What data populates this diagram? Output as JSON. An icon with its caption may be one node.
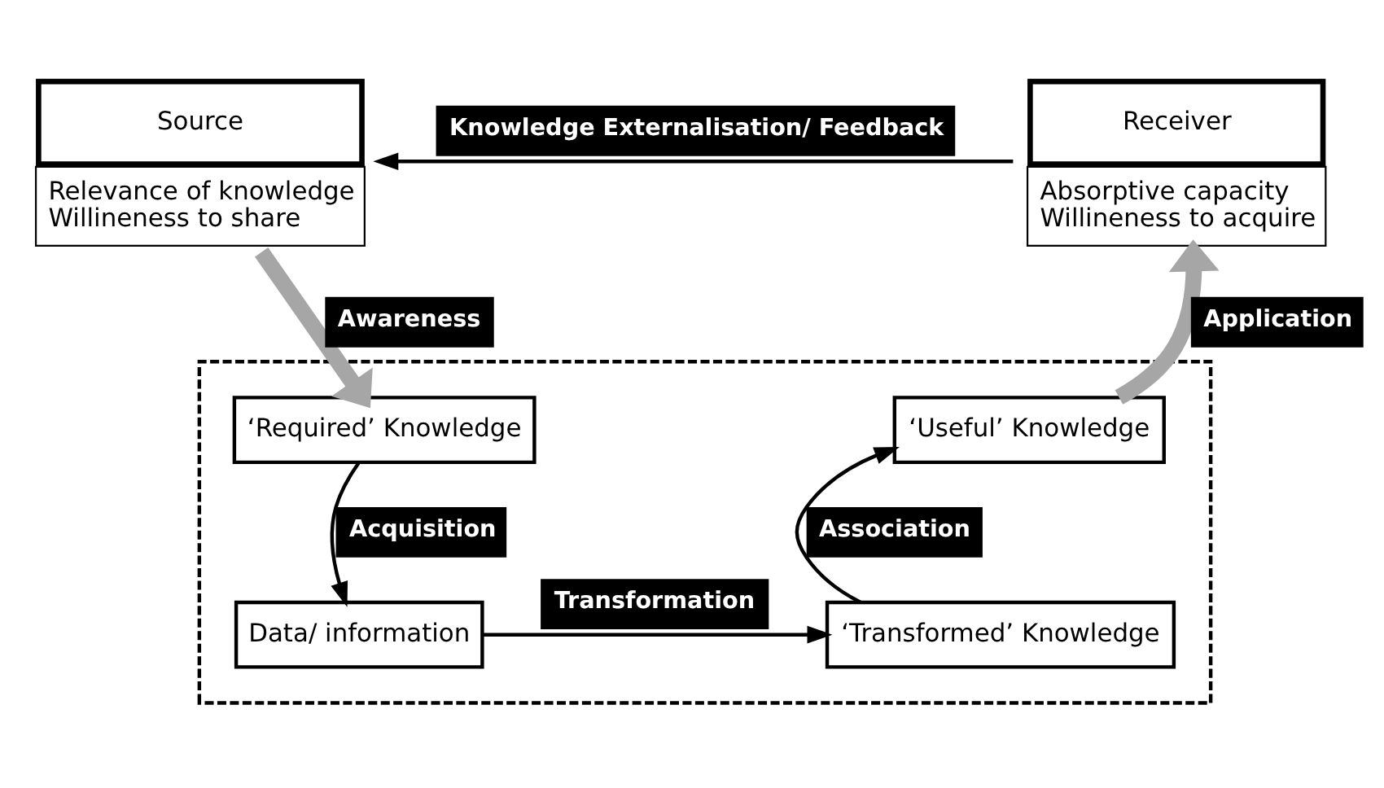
{
  "diagram": {
    "nodes": [
      {
        "text": [
          "Source",
          "Relevance of knowledge",
          "Willineness to share"
        ]
      },
      {
        "text": [
          "Receiver",
          "Absorptive capacity",
          "Willineness to acquire"
        ]
      },
      {
        "text": [],
        "shape": "box"
      },
      {
        "text": [
          "‘Required’ Knowledge"
        ],
        "in": 2
      },
      {
        "text": [
          "Data/ information"
        ],
        "in": 2
      },
      {
        "text": [
          "‘Transformed’ Knowledge"
        ],
        "in": 2
      },
      {
        "text": [
          "‘Useful’ Knowledge"
        ],
        "in": 2
      }
    ],
    "edges": [
      {
        "from": 1,
        "to": 0,
        "arrow": "to",
        "label": "Knowledge Externalisation/ Feedback"
      },
      {
        "from": 0,
        "to": 3,
        "arrow": "to",
        "label": "Awareness",
        "style": "thick",
        "color": "#a6a6a6"
      },
      {
        "from": 3,
        "to": 4,
        "arrow": "to",
        "label": "Acquisition"
      },
      {
        "from": 4,
        "to": 5,
        "arrow": "to",
        "label": "Transformation"
      },
      {
        "from": 5,
        "to": 6,
        "arrow": "to",
        "label": "Association"
      },
      {
        "from": 6,
        "to": 1,
        "arrow": "to",
        "label": "Application",
        "style": "thick",
        "color": "#a6a6a6"
      }
    ]
  }
}
